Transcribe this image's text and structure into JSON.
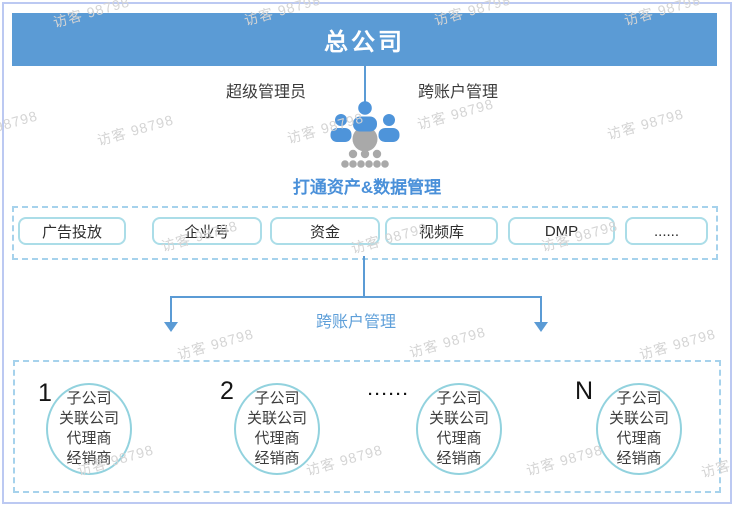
{
  "watermark": {
    "text": "访客 98798",
    "positions": [
      [
        52,
        2
      ],
      [
        243,
        0
      ],
      [
        433,
        0
      ],
      [
        623,
        0
      ],
      [
        -40,
        116
      ],
      [
        96,
        120
      ],
      [
        286,
        118
      ],
      [
        416,
        104
      ],
      [
        606,
        114
      ],
      [
        160,
        226
      ],
      [
        350,
        228
      ],
      [
        540,
        226
      ],
      [
        176,
        334
      ],
      [
        408,
        332
      ],
      [
        638,
        334
      ],
      [
        76,
        450
      ],
      [
        305,
        450
      ],
      [
        525,
        450
      ],
      [
        700,
        452
      ]
    ]
  },
  "header": {
    "title": "总公司"
  },
  "top_labels": {
    "left": "超级管理员",
    "right": "跨账户管理"
  },
  "org_icon_name": "organization-people-icon",
  "asset_section": {
    "caption": "打通资产&数据管理",
    "buttons": [
      "广告投放",
      "企业号",
      "资金",
      "视频库",
      "DMP",
      "......"
    ]
  },
  "cross_account_label": "跨账户管理",
  "groups": {
    "items": [
      {
        "label": "1",
        "lines": [
          "子公司",
          "关联公司",
          "代理商",
          "经销商"
        ]
      },
      {
        "label": "2",
        "lines": [
          "子公司",
          "关联公司",
          "代理商",
          "经销商"
        ]
      },
      {
        "label": "······",
        "lines": [
          "子公司",
          "关联公司",
          "代理商",
          "经销商"
        ]
      },
      {
        "label": "N",
        "lines": [
          "子公司",
          "关联公司",
          "代理商",
          "经销商"
        ]
      }
    ]
  },
  "colors": {
    "header_bg": "#5b9bd5",
    "accent_blue": "#4a90d9",
    "line_blue": "#5b9bd5",
    "dashed_border": "#a6d2ec",
    "chip_border": "#abdde8",
    "circle_border": "#92d2de",
    "icon_gray": "#a9a9a9",
    "frame_border": "#bcc9f2",
    "watermark_gray": "#d4d4d4"
  }
}
